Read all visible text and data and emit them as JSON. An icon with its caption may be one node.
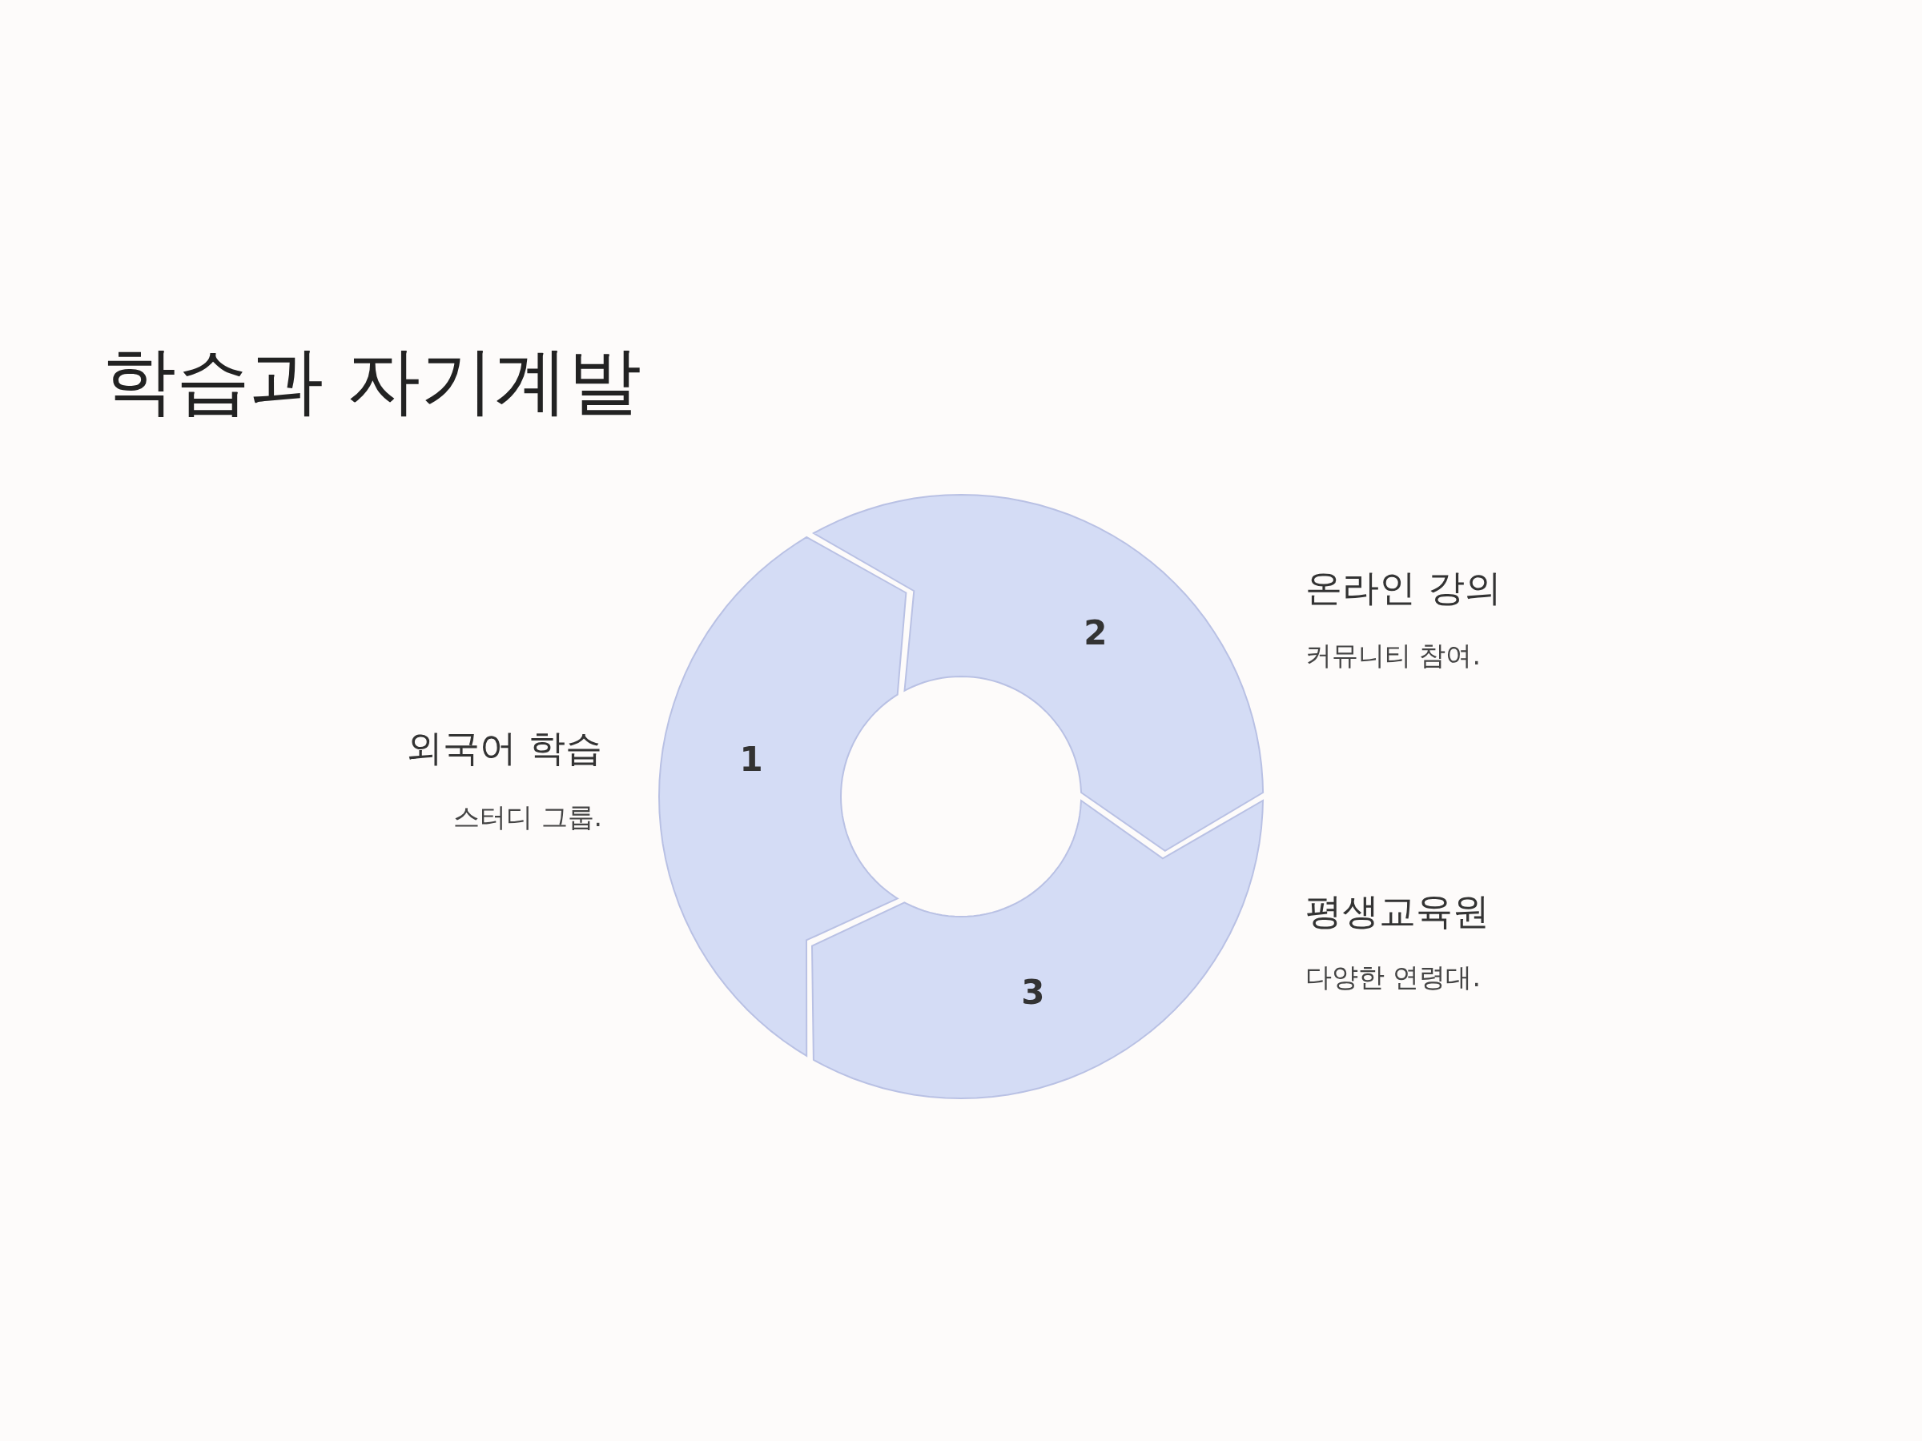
{
  "diagram": {
    "title": "학습과 자기계발",
    "nodes": [
      {
        "text": [
          "1"
        ],
        "beside": [
          "외국어 학습",
          "스터디 그룹."
        ]
      },
      {
        "text": [
          "2"
        ],
        "beside": [
          "온라인 강의",
          "커뮤니티 참여."
        ]
      },
      {
        "text": [
          "3"
        ],
        "beside": [
          "평생교육원",
          "다양한 연령대."
        ]
      }
    ]
  }
}
